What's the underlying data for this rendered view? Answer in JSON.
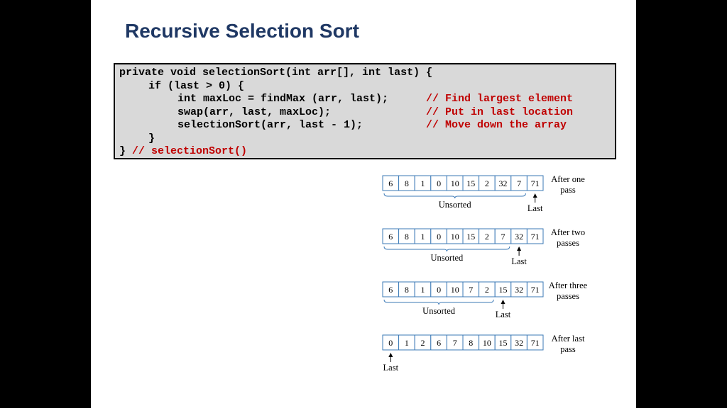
{
  "slide": {
    "title": "Recursive Selection Sort"
  },
  "code": {
    "lines": [
      {
        "text": "private void selectionSort(int arr[], int last) {",
        "indent": 0,
        "comment": "",
        "red": false
      },
      {
        "text": "if (last > 0) {",
        "indent": 1,
        "comment": "",
        "red": false
      },
      {
        "text": "int maxLoc = findMax (arr, last);",
        "indent": 2,
        "comment": "// Find largest element",
        "red": false
      },
      {
        "text": "swap(arr, last, maxLoc);",
        "indent": 2,
        "comment": "// Put in last location",
        "red": false
      },
      {
        "text": "selectionSort(arr, last - 1);",
        "indent": 2,
        "comment": "// Move down the array",
        "red": false
      },
      {
        "text": "}",
        "indent": 1,
        "comment": "",
        "red": false
      },
      {
        "text": "} ",
        "indent": 0,
        "comment": "// selectionSort()",
        "red": false
      }
    ],
    "comment_color": "#c00000"
  },
  "diagram": {
    "cell_border_color": "#3b79b6",
    "rows": [
      {
        "values": [
          6,
          8,
          1,
          0,
          10,
          15,
          2,
          32,
          7,
          71
        ],
        "note": [
          "After one",
          "pass"
        ],
        "brace_cells": 9,
        "brace_label": "Unsorted",
        "last_index": 9,
        "last_label": "Last"
      },
      {
        "values": [
          6,
          8,
          1,
          0,
          10,
          15,
          2,
          7,
          32,
          71
        ],
        "note": [
          "After two",
          "passes"
        ],
        "brace_cells": 8,
        "brace_label": "Unsorted",
        "last_index": 8,
        "last_label": "Last"
      },
      {
        "values": [
          6,
          8,
          1,
          0,
          10,
          7,
          2,
          15,
          32,
          71
        ],
        "note": [
          "After three",
          "passes"
        ],
        "brace_cells": 7,
        "brace_label": "Unsorted",
        "last_index": 7,
        "last_label": "Last"
      },
      {
        "values": [
          0,
          1,
          2,
          6,
          7,
          8,
          10,
          15,
          32,
          71
        ],
        "note": [
          "After last",
          "pass"
        ],
        "brace_cells": 0,
        "brace_label": "",
        "last_index": 0,
        "last_label": "Last"
      }
    ]
  }
}
